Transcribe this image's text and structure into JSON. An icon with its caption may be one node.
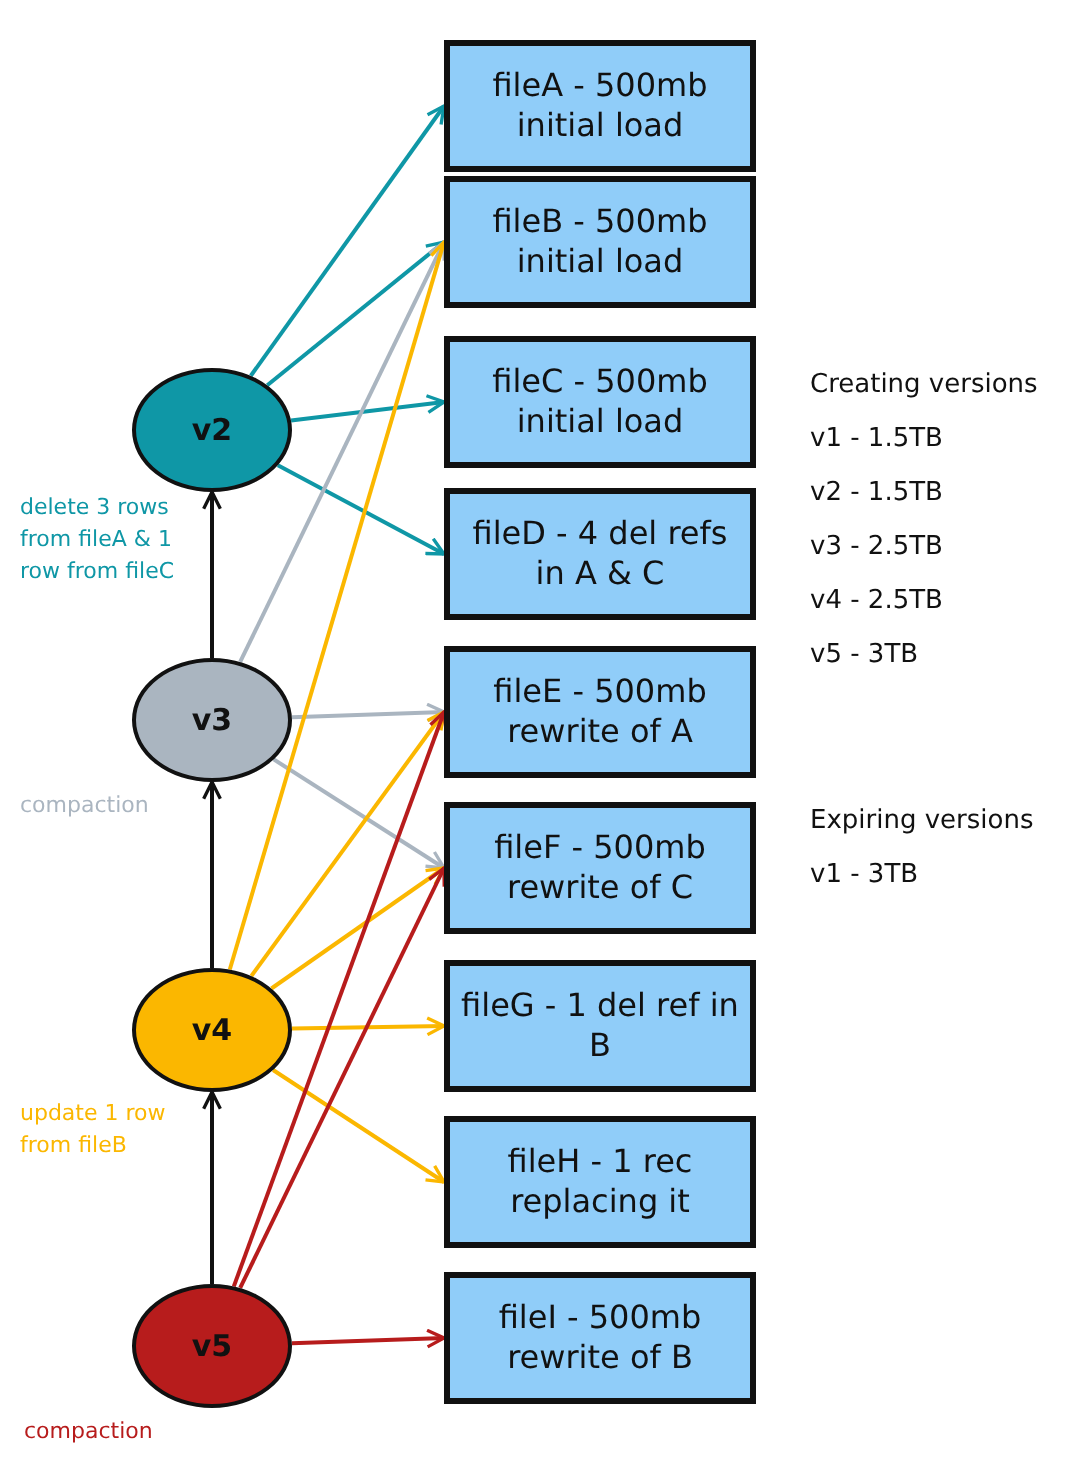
{
  "diagram": {
    "nodes": [
      {
        "text": [
          "fileA - 500mb initial load"
        ]
      },
      {
        "text": [
          "fileB - 500mb initial load"
        ]
      },
      {
        "text": [
          "fileC - 500mb initial load"
        ]
      },
      {
        "text": [
          "fileD - 4 del refs in A & C"
        ]
      },
      {
        "text": [
          "fileE - 500mb rewrite of A"
        ]
      },
      {
        "text": [
          "fileF - 500mb rewrite of C"
        ]
      },
      {
        "text": [
          "fileG - 1 del ref in B"
        ]
      },
      {
        "text": [
          "fileH - 1 rec replacing it"
        ]
      },
      {
        "text": [
          "fileI - 500mb rewrite of B"
        ]
      },
      {
        "text": [
          "v2"
        ],
        "beside": [
          "delete 3 rows from fileA & 1 row from fileC"
        ]
      },
      {
        "text": [
          "v3"
        ],
        "beside": [
          "compaction"
        ]
      },
      {
        "text": [
          "v4"
        ],
        "beside": [
          "update 1 row from fileB"
        ]
      },
      {
        "text": [
          "v5"
        ],
        "beside": [
          "compaction"
        ]
      }
    ],
    "edges": [
      {
        "from": 9,
        "to": 0,
        "arrow": "to",
        "color": "#0f97a6"
      },
      {
        "from": 9,
        "to": 1,
        "arrow": "to",
        "color": "#0f97a6"
      },
      {
        "from": 9,
        "to": 2,
        "arrow": "to",
        "color": "#0f97a6"
      },
      {
        "from": 9,
        "to": 3,
        "arrow": "to",
        "color": "#0f97a6"
      },
      {
        "from": 10,
        "to": 1,
        "arrow": "to",
        "color": "#aab5c0"
      },
      {
        "from": 10,
        "to": 4,
        "arrow": "to",
        "color": "#aab5c0"
      },
      {
        "from": 10,
        "to": 5,
        "arrow": "to",
        "color": "#aab5c0"
      },
      {
        "from": 11,
        "to": 1,
        "arrow": "to",
        "color": "#fbb700"
      },
      {
        "from": 11,
        "to": 4,
        "arrow": "to",
        "color": "#fbb700"
      },
      {
        "from": 11,
        "to": 5,
        "arrow": "to",
        "color": "#fbb700"
      },
      {
        "from": 11,
        "to": 6,
        "arrow": "to",
        "color": "#fbb700"
      },
      {
        "from": 11,
        "to": 7,
        "arrow": "to",
        "color": "#fbb700"
      },
      {
        "from": 12,
        "to": 4,
        "arrow": "to",
        "color": "#b71c1c"
      },
      {
        "from": 12,
        "to": 5,
        "arrow": "to",
        "color": "#b71c1c"
      },
      {
        "from": 12,
        "to": 8,
        "arrow": "to",
        "color": "#b71c1c"
      },
      {
        "from": 12,
        "to": 11,
        "arrow": "to",
        "color": "#111111"
      },
      {
        "from": 11,
        "to": 10,
        "arrow": "to",
        "color": "#111111"
      },
      {
        "from": 10,
        "to": 9,
        "arrow": "to",
        "color": "#111111"
      }
    ],
    "labels": [
      "Creating versions",
      "v1 - 1.5TB",
      "v2 - 1.5TB",
      "v3 - 2.5TB",
      "v4 - 2.5TB",
      "v5 - 3TB",
      "Expiring versions",
      "v1 - 3TB"
    ]
  }
}
